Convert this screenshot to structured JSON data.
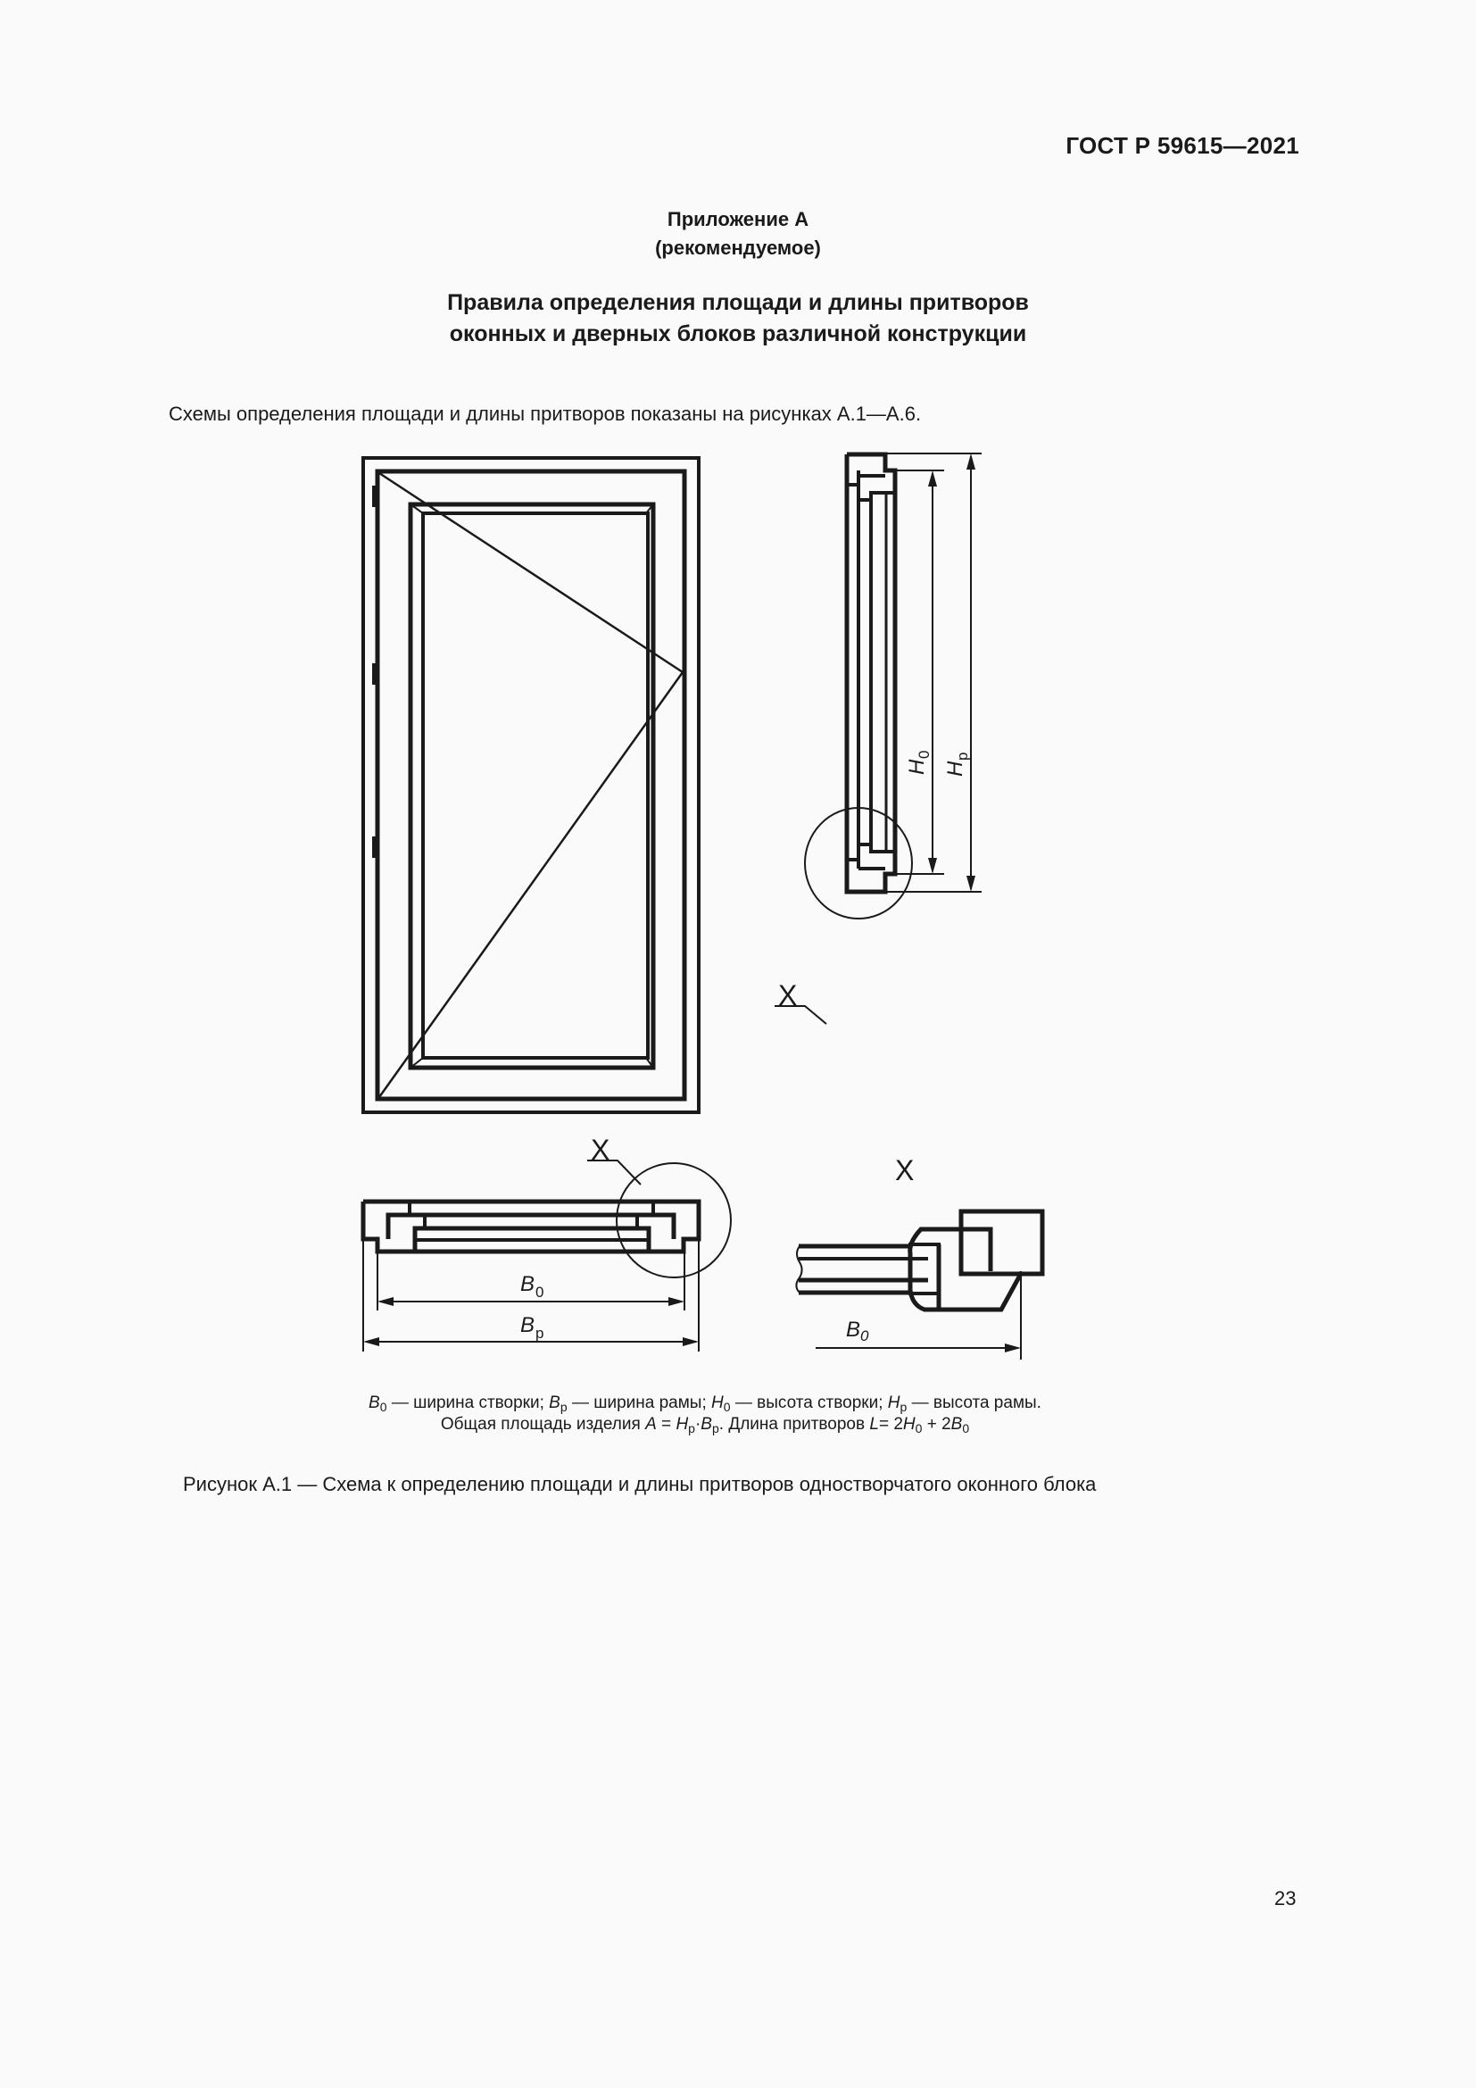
{
  "header": {
    "standard_id": "ГОСТ Р 59615—2021"
  },
  "annex": {
    "label": "Приложение А",
    "status": "(рекомендуемое)",
    "title_line1": "Правила определения площади и длины притворов",
    "title_line2": "оконных и дверных блоков различной конструкции"
  },
  "body": {
    "intro": "Схемы определения площади и длины притворов показаны на рисунках А.1—А.6."
  },
  "figure": {
    "detail_marker": "X",
    "dimensions": {
      "H0": {
        "main": "H",
        "sub": "0"
      },
      "Hp": {
        "main": "H",
        "sub": "р"
      },
      "B0": {
        "main": "B",
        "sub": "0"
      },
      "Bp": {
        "main": "B",
        "sub": "р"
      }
    },
    "legend": {
      "B0_def": "— ширина створки;",
      "Bp_def": "— ширина рамы;",
      "H0_def": "— высота створки;",
      "Hp_def": "— высота рамы.",
      "area_text": "Общая площадь изделия",
      "area_formula_eq": "=",
      "length_text": ". Длина притворов",
      "length_formula": "= 2",
      "plus": "+ 2"
    },
    "caption": "Рисунок А.1 — Схема к определению площади и длины притворов одностворчатого оконного блока"
  },
  "footer": {
    "page_number": "23"
  }
}
